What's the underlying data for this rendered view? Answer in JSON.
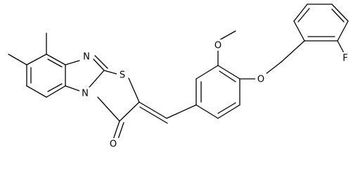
{
  "molecule": {
    "atoms": {
      "n_imine": "N",
      "n_ring": "N",
      "s_ring": "S",
      "o_carbonyl": "O",
      "o_methoxy": "O",
      "o_ether": "O",
      "f_sub": "F"
    }
  },
  "colors": {
    "bond": "#000000",
    "label": "#000000",
    "background": "#ffffff"
  }
}
